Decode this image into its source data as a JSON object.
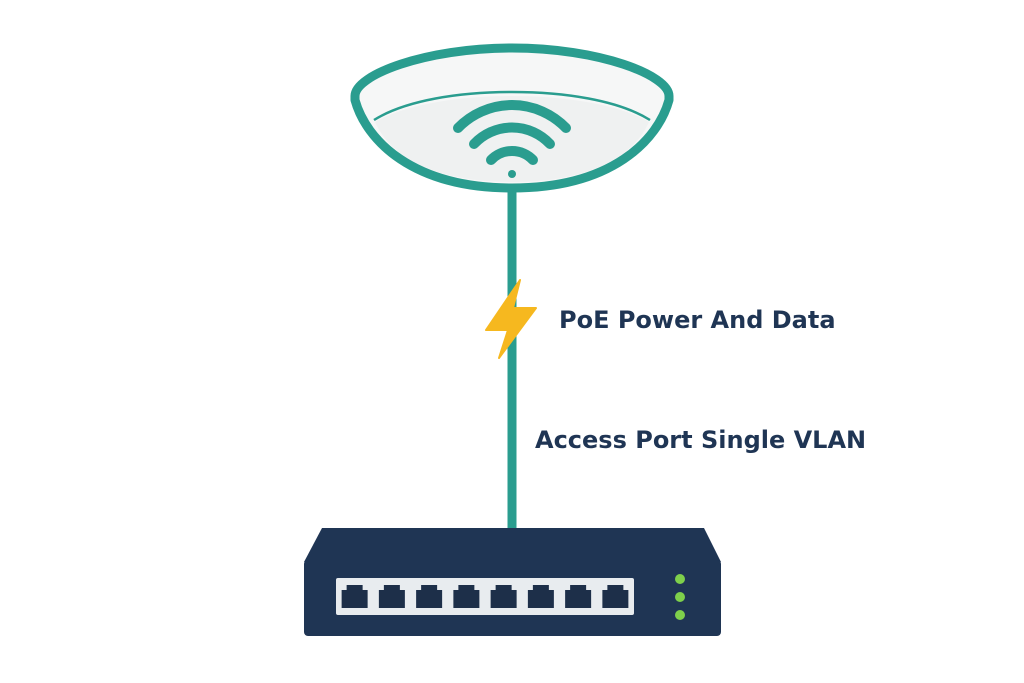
{
  "labels": {
    "poe": "PoE Power And Data",
    "access_port": "Access Port Single VLAN"
  },
  "switch": {
    "port_count": 8,
    "status_led_count": 3
  },
  "icons": {
    "access_point": "ceiling-access-point-icon",
    "wifi": "wifi-icon",
    "power": "lightning-bolt-icon",
    "switch": "network-switch-icon",
    "port": "ethernet-port-icon",
    "led": "status-led-icon"
  },
  "colors": {
    "teal": "#2a9d8f",
    "ap_body": "#f6f7f7",
    "ap_inner": "#e9ecec",
    "navy": "#1f3554",
    "port_face": "#e8ecef",
    "port_hole": "#1d2f49",
    "led_green": "#7ed04b",
    "bolt": "#f6b81f",
    "label_text": "#1f3554"
  }
}
